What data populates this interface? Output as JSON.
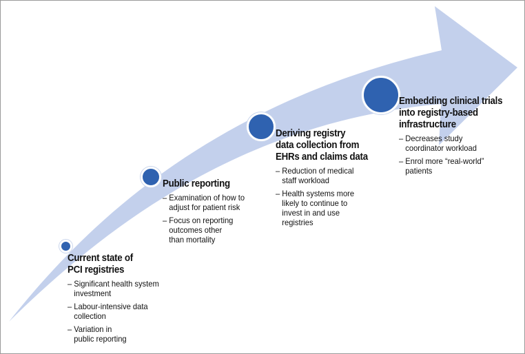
{
  "colors": {
    "arrow_fill": "#c3d0ec",
    "dot_fill": "#2f62b0",
    "text": "#111111"
  },
  "stages": [
    {
      "title_lines": [
        "Current state of",
        "PCI registries"
      ],
      "items": [
        [
          "Significant health system",
          "investment"
        ],
        [
          "Labour-intensive data",
          "collection"
        ],
        [
          "Variation in",
          "public reporting"
        ]
      ]
    },
    {
      "title_lines": [
        "Public reporting"
      ],
      "items": [
        [
          "Examination of how to",
          "adjust for patient risk"
        ],
        [
          "Focus on reporting",
          "outcomes other",
          "than mortality"
        ]
      ]
    },
    {
      "title_lines": [
        "Deriving registry",
        "data collection from",
        "EHRs and claims data"
      ],
      "items": [
        [
          "Reduction of medical",
          "staff workload"
        ],
        [
          "Health systems more",
          "likely to continue to",
          "invest in and use",
          "registries"
        ]
      ]
    },
    {
      "title_lines": [
        "Embedding clinical trials",
        "into registry-based",
        "infrastructure"
      ],
      "items": [
        [
          "Decreases study",
          "coordinator workload"
        ],
        [
          "Enrol more “real-world”",
          "patients"
        ]
      ]
    }
  ]
}
